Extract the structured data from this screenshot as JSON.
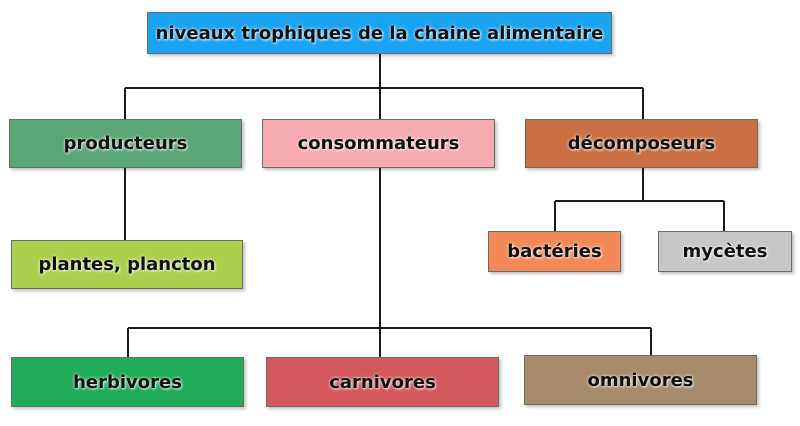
{
  "diagram": {
    "root": {
      "label": "niveaux trophiques de la chaine alimentaire",
      "color": "#1aa3f0"
    },
    "categories": {
      "producteurs": {
        "label": "producteurs",
        "color": "#5aa676"
      },
      "consommateurs": {
        "label": "consommateurs",
        "color": "#f6aab2"
      },
      "decomposeurs": {
        "label": "décomposeurs",
        "color": "#c96f42"
      }
    },
    "leaves": {
      "plantes": {
        "label": "plantes, plancton",
        "color": "#acd04e"
      },
      "bacteries": {
        "label": "bactéries",
        "color": "#f18a56"
      },
      "mycetes": {
        "label": "mycètes",
        "color": "#c7c7c7"
      },
      "herbivores": {
        "label": "herbivores",
        "color": "#1fab58"
      },
      "carnivores": {
        "label": "carnivores",
        "color": "#d3595d"
      },
      "omnivores": {
        "label": "omnivores",
        "color": "#a88b6d"
      }
    },
    "connector_color": "#1a1a1a"
  }
}
